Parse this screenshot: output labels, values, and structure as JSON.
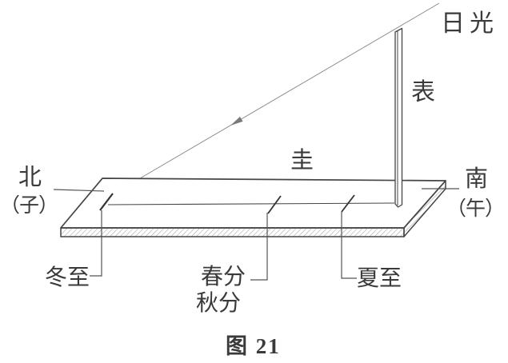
{
  "figure": {
    "caption": "图 21",
    "labels": {
      "sunlight": "日光",
      "gnomon": "表",
      "platform": "圭",
      "north": "北",
      "north_branch": "（子）",
      "south": "南",
      "south_branch": "（午）",
      "winter_solstice": "冬至",
      "spring_equinox": "春分",
      "autumn_equinox": "秋分",
      "summer_solstice": "夏至"
    },
    "colors": {
      "outline": "#454545",
      "ray": "#8c8c8c",
      "text": "#3a3a3a",
      "hatch": "#a8a8a8",
      "background": "#ffffff"
    }
  }
}
